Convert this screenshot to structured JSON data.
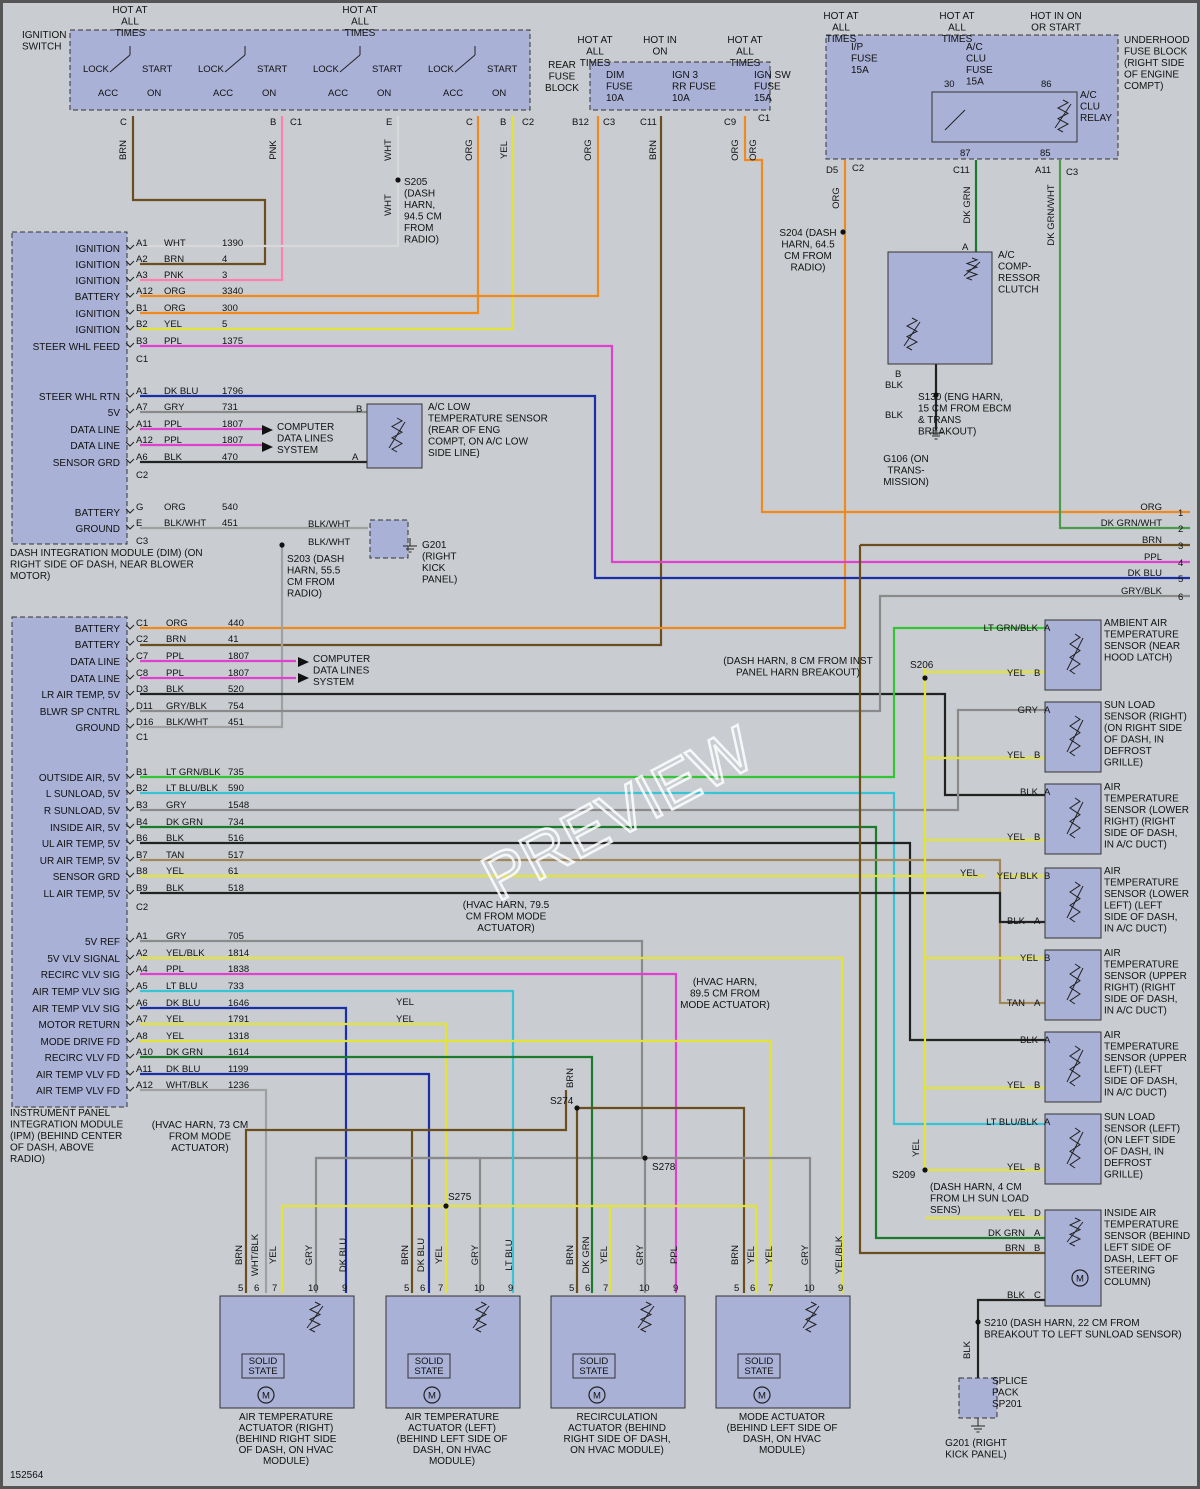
{
  "colors": {
    "BRN": "#6b4e1e",
    "PNK": "#ff7fb0",
    "WHT": "#d8d8d8",
    "ORG": "#f08a1c",
    "YEL": "#e2e238",
    "PPL": "#e040d0",
    "DKBLU": "#1a2ea8",
    "GRY": "#8a8a8a",
    "BLK": "#222222",
    "LTGRN": "#35c435",
    "DKGRN": "#1c7a2c",
    "LTBLU": "#39c4d6",
    "TAN": "#a0885a",
    "WHTBLK": "#a0a0a0",
    "ASTRAL": "#4a8fb0"
  },
  "ignition": {
    "hot": "HOT AT ALL TIMES",
    "title": "IGNITION SWITCH",
    "lock": "LOCK",
    "start": "START",
    "acc": "ACC",
    "on": "ON",
    "pins": {
      "c": "C",
      "b": "B",
      "e": "E",
      "c1": "C1",
      "c2": "C2"
    }
  },
  "fuse_block": {
    "title": "REAR FUSE BLOCK",
    "hot1": "HOT AT ALL TIMES",
    "hot2": "HOT IN ON",
    "hot3": "HOT AT ALL TIMES",
    "dim": "DIM FUSE 10A",
    "ign3": "IGN 3 RR FUSE 10A",
    "ignsw": "IGN SW FUSE 15A",
    "pins": {
      "b12": "B12",
      "c3": "C3",
      "c11": "C11",
      "c9": "C9",
      "c1": "C1"
    }
  },
  "underhood": {
    "title": "UNDERHOOD FUSE BLOCK (RIGHT SIDE OF ENGINE COMPT)",
    "hot1": "HOT AT ALL TIMES",
    "hot2": "HOT AT ALL TIMES",
    "hot3": "HOT IN ON OR START",
    "ip": "I/P FUSE 15A",
    "aclu": "A/C CLU FUSE 15A",
    "relay": "A/C CLU RELAY",
    "n30": "30",
    "n86": "86",
    "n87": "87",
    "n85": "85",
    "pins": {
      "d5": "D5",
      "c2": "C2",
      "c11": "C11",
      "a11": "A11",
      "c3": "C3"
    }
  },
  "splices": {
    "s205": "S205 (DASH HARN, 94.5 CM FROM RADIO)",
    "s204": "S204 (DASH HARN, 64.5 CM FROM RADIO)",
    "s203": "S203 (DASH HARN, 55.5 CM FROM RADIO)",
    "s130": "S130 (ENG HARN, 15 CM FROM EBCM & TRANS BREAKOUT)",
    "g106": "G106 (ON TRANS- MISSION)",
    "g201": "G201 (RIGHT KICK PANEL)",
    "s206": "S206",
    "s206_note": "(DASH HARN, 8 CM FROM INST PANEL HARN BREAKOUT)",
    "s209": "S209",
    "s209_note": "(DASH HARN, 4 CM FROM LH SUN LOAD SENS)",
    "s274": "S274",
    "s274_note": "(HVAC HARN, 79.5 CM FROM MODE ACTUATOR)",
    "s275": "S275",
    "s275_note": "(HVAC HARN, 73 CM FROM MODE ACTUATOR)",
    "s278": "S278",
    "s278_note": "(HVAC HARN, 89.5 CM FROM MODE ACTUATOR)",
    "s210": "S210 (DASH HARN, 22 CM FROM BREAKOUT TO LEFT SUNLOAD SENSOR)",
    "sp201": "SPLICE PACK SP201",
    "g201b": "G201 (RIGHT KICK PANEL)"
  },
  "dim": {
    "title": "DASH INTEGRATION MODULE (DIM) (ON RIGHT SIDE OF DASH, NEAR BLOWER MOTOR)",
    "rows": [
      {
        "label": "IGNITION",
        "pin": "A1",
        "color": "WHT",
        "circuit": "1390"
      },
      {
        "label": "IGNITION",
        "pin": "A2",
        "color": "BRN",
        "circuit": "4"
      },
      {
        "label": "IGNITION",
        "pin": "A3",
        "color": "PNK",
        "circuit": "3"
      },
      {
        "label": "BATTERY",
        "pin": "A12",
        "color": "ORG",
        "circuit": "3340"
      },
      {
        "label": "IGNITION",
        "pin": "B1",
        "color": "ORG",
        "circuit": "300"
      },
      {
        "label": "IGNITION",
        "pin": "B2",
        "color": "YEL",
        "circuit": "5"
      },
      {
        "label": "STEER WHL FEED",
        "pin": "B3",
        "color": "PPL",
        "circuit": "1375"
      },
      {
        "label": "STEER WHL RTN",
        "pin": "A1",
        "color": "DK BLU",
        "circuit": "1796"
      },
      {
        "label": "5V",
        "pin": "A7",
        "color": "GRY",
        "circuit": "731"
      },
      {
        "label": "DATA LINE",
        "pin": "A11",
        "color": "PPL",
        "circuit": "1807"
      },
      {
        "label": "DATA LINE",
        "pin": "A12",
        "color": "PPL",
        "circuit": "1807"
      },
      {
        "label": "SENSOR GRD",
        "pin": "A6",
        "color": "BLK",
        "circuit": "470"
      },
      {
        "label": "BATTERY",
        "pin": "G",
        "color": "ORG",
        "circuit": "540"
      },
      {
        "label": "GROUND",
        "pin": "E",
        "color": "BLK/WHT",
        "circuit": "451"
      }
    ],
    "c1": "C1",
    "c2": "C2",
    "c3": "C3",
    "computer": "COMPUTER DATA LINES SYSTEM"
  },
  "ac_low": {
    "title": "A/C LOW TEMPERATURE SENSOR (REAR OF ENG COMPT, ON A/C LOW SIDE LINE)",
    "pb": "B",
    "pa": "A"
  },
  "ac_comp": {
    "title": "A/C COMP- RESSOR CLUTCH",
    "pa": "A",
    "pb": "B"
  },
  "ipm": {
    "title": "INSTRUMENT PANEL INTEGRATION MODULE (IPM) (BEHIND CENTER OF DASH, ABOVE RADIO)",
    "rows1": [
      {
        "label": "BATTERY",
        "pin": "C1",
        "color": "ORG",
        "circuit": "440"
      },
      {
        "label": "BATTERY",
        "pin": "C2",
        "color": "BRN",
        "circuit": "41"
      },
      {
        "label": "DATA LINE",
        "pin": "C7",
        "color": "PPL",
        "circuit": "1807"
      },
      {
        "label": "DATA LINE",
        "pin": "C8",
        "color": "PPL",
        "circuit": "1807"
      },
      {
        "label": "LR AIR TEMP, 5V",
        "pin": "D3",
        "color": "BLK",
        "circuit": "520"
      },
      {
        "label": "BLWR SP CNTRL",
        "pin": "D11",
        "color": "GRY/BLK",
        "circuit": "754"
      },
      {
        "label": "GROUND",
        "pin": "D16",
        "color": "BLK/WHT",
        "circuit": "451"
      }
    ],
    "rows2": [
      {
        "label": "OUTSIDE AIR, 5V",
        "pin": "B1",
        "color": "LT GRN/BLK",
        "circuit": "735"
      },
      {
        "label": "L SUNLOAD, 5V",
        "pin": "B2",
        "color": "LT BLU/BLK",
        "circuit": "590"
      },
      {
        "label": "R SUNLOAD, 5V",
        "pin": "B3",
        "color": "GRY",
        "circuit": "1548"
      },
      {
        "label": "INSIDE AIR, 5V",
        "pin": "B4",
        "color": "DK GRN",
        "circuit": "734"
      },
      {
        "label": "UL AIR TEMP, 5V",
        "pin": "B6",
        "color": "BLK",
        "circuit": "516"
      },
      {
        "label": "UR AIR TEMP, 5V",
        "pin": "B7",
        "color": "TAN",
        "circuit": "517"
      },
      {
        "label": "SENSOR GRD",
        "pin": "B8",
        "color": "YEL",
        "circuit": "61"
      },
      {
        "label": "LL AIR TEMP, 5V",
        "pin": "B9",
        "color": "BLK",
        "circuit": "518"
      }
    ],
    "rows3": [
      {
        "label": "5V REF",
        "pin": "A1",
        "color": "GRY",
        "circuit": "705"
      },
      {
        "label": "5V VLV SIGNAL",
        "pin": "A2",
        "color": "YEL/BLK",
        "circuit": "1814"
      },
      {
        "label": "RECIRC VLV SIG",
        "pin": "A4",
        "color": "PPL",
        "circuit": "1838"
      },
      {
        "label": "AIR TEMP VLV SIG",
        "pin": "A5",
        "color": "LT BLU",
        "circuit": "733"
      },
      {
        "label": "AIR TEMP VLV SIG",
        "pin": "A6",
        "color": "DK BLU",
        "circuit": "1646"
      },
      {
        "label": "MOTOR RETURN",
        "pin": "A7",
        "color": "YEL",
        "circuit": "1791"
      },
      {
        "label": "MODE DRIVE FD",
        "pin": "A8",
        "color": "YEL",
        "circuit": "1318"
      },
      {
        "label": "RECIRC VLV FD",
        "pin": "A10",
        "color": "DK GRN",
        "circuit": "1614"
      },
      {
        "label": "AIR TEMP VLV FD",
        "pin": "A11",
        "color": "DK BLU",
        "circuit": "1199"
      },
      {
        "label": "AIR TEMP VLV FD",
        "pin": "A12",
        "color": "WHT/BLK",
        "circuit": "1236"
      }
    ],
    "c1": "C1",
    "c2": "C2",
    "computer": "COMPUTER DATA LINES SYSTEM"
  },
  "right_edge": [
    {
      "n": "1",
      "color": "ORG"
    },
    {
      "n": "2",
      "color": "DK GRN/WHT"
    },
    {
      "n": "3",
      "color": "BRN"
    },
    {
      "n": "4",
      "color": "PPL"
    },
    {
      "n": "5",
      "color": "DK BLU"
    },
    {
      "n": "6",
      "color": "GRY/BLK"
    }
  ],
  "sensors": [
    {
      "title": "AMBIENT AIR TEMPERATURE SENSOR (NEAR HOOD LATCH)",
      "w1": "LT GRN/BLK",
      "p1": "A",
      "w2": "YEL",
      "p2": "B"
    },
    {
      "title": "SUN LOAD SENSOR (RIGHT) (ON RIGHT SIDE OF DASH, IN DEFROST GRILLE)",
      "w1": "GRY",
      "p1": "A",
      "w2": "YEL",
      "p2": "B"
    },
    {
      "title": "AIR TEMPERATURE SENSOR (LOWER RIGHT) (RIGHT SIDE OF DASH, IN A/C DUCT)",
      "w1": "BLK",
      "p1": "A",
      "w2": "YEL",
      "p2": "B"
    },
    {
      "title": "AIR TEMPERATURE SENSOR (LOWER LEFT) (LEFT SIDE OF DASH, IN A/C DUCT)",
      "w1": "YEL/ BLK",
      "p1": "B",
      "w2": "BLK",
      "p2": "A"
    },
    {
      "title": "AIR TEMPERATURE SENSOR (UPPER RIGHT) (RIGHT SIDE OF DASH, IN A/C DUCT)",
      "w1": "YEL",
      "p1": "B",
      "w2": "TAN",
      "p2": "A"
    },
    {
      "title": "AIR TEMPERATURE SENSOR (UPPER LEFT) (LEFT SIDE OF DASH, IN A/C DUCT)",
      "w1": "BLK",
      "p1": "A",
      "w2": "YEL",
      "p2": "B"
    },
    {
      "title": "SUN LOAD SENSOR (LEFT) (ON LEFT SIDE OF DASH, IN DEFROST GRILLE)",
      "w1": "LT BLU/BLK",
      "p1": "A",
      "w2": "YEL",
      "p2": "B"
    }
  ],
  "yel_label": "YEL",
  "inside_sensor": {
    "title": "INSIDE AIR TEMPERATURE SENSOR (BEHIND LEFT SIDE OF DASH, LEFT OF STEERING COLUMN)",
    "rows": [
      {
        "w": "YEL",
        "p": "D"
      },
      {
        "w": "DK GRN",
        "p": "A"
      },
      {
        "w": "BRN",
        "p": "B"
      },
      {
        "w": "BLK",
        "p": "C"
      }
    ]
  },
  "actuators": [
    {
      "title": "AIR TEMPERATURE ACTUATOR (RIGHT) (BEHIND RIGHT SIDE OF DASH, ON HVAC MODULE)",
      "wires": [
        "BRN",
        "WHT/BLK",
        "YEL",
        "GRY",
        "DK BLU"
      ]
    },
    {
      "title": "AIR TEMPERATURE ACTUATOR (LEFT) (BEHIND LEFT SIDE OF DASH, ON HVAC MODULE)",
      "wires": [
        "BRN",
        "DK BLU",
        "YEL",
        "GRY",
        "LT BLU"
      ]
    },
    {
      "title": "RECIRCULATION ACTUATOR (BEHIND RIGHT SIDE OF DASH, ON HVAC MODULE)",
      "wires": [
        "BRN",
        "DK GRN",
        "YEL",
        "GRY",
        "PPL"
      ]
    },
    {
      "title": "MODE ACTUATOR (BEHIND LEFT SIDE OF DASH, ON HVAC MODULE)",
      "wires": [
        "BRN",
        "YEL",
        "YEL",
        "GRY",
        "YEL/BLK"
      ]
    }
  ],
  "actuator_pins": [
    "5",
    "6",
    "7",
    "10",
    "9"
  ],
  "solid_state": "SOLID STATE",
  "motor": "M",
  "misc": {
    "blk": "BLK",
    "brn": "BRN",
    "pnk": "PNK",
    "wht": "WHT",
    "org": "ORG",
    "yel": "YEL",
    "dkgrn": "DK GRN",
    "dkgrnwht": "DK GRN/WHT",
    "blkwht": "BLK/WHT"
  },
  "code": "152564",
  "watermark": "PREVIEW"
}
